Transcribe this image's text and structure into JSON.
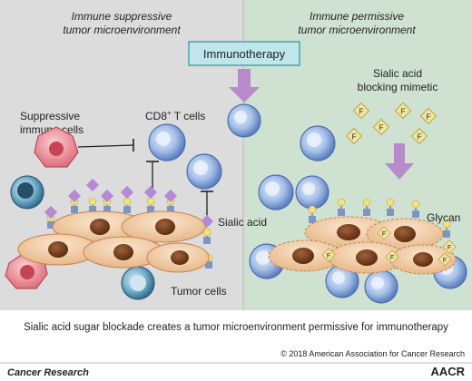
{
  "left_panel": {
    "title_line1": "Immune suppressive",
    "title_line2": "tumor microenvironment",
    "suppressive_label_line1": "Suppressive",
    "suppressive_label_line2": "immune cells",
    "cd8_label": "CD8",
    "cd8_sup": "+",
    "cd8_suffix": " T cells",
    "sialic_acid_label": "Sialic acid",
    "tumor_cells_label": "Tumor cells"
  },
  "right_panel": {
    "title_line1": "Immune permissive",
    "title_line2": "tumor microenvironment",
    "immunotherapy_label": "Immunotherapy",
    "mimetic_line1": "Sialic acid",
    "mimetic_line2": "blocking mimetic",
    "glycan_label": "Glycan",
    "mimetic_glyph": "F"
  },
  "caption": "Sialic acid sugar blockade creates a tumor microenvironment permissive for immunotherapy",
  "copyright": "© 2018 American Association for Cancer Research",
  "footer": {
    "journal": "Cancer Research",
    "logo": "AACR"
  },
  "colors": {
    "left_bg": "#dcdcdc",
    "right_bg": "#cfe2d2",
    "immunotherapy_box": "#bfe6ea",
    "arrow": "#b98ac9",
    "tumor_cell": "#f3d2ae",
    "nucleus": "#7a4322",
    "t_cell": "#a9c3ea",
    "suppressive_cell": "#f08b94",
    "sialic_diamond": "#b48ad6",
    "glycan_square": "#7d95c6",
    "glycan_circle": "#f3e37a",
    "mimetic_diamond": "#f1e6a0"
  }
}
